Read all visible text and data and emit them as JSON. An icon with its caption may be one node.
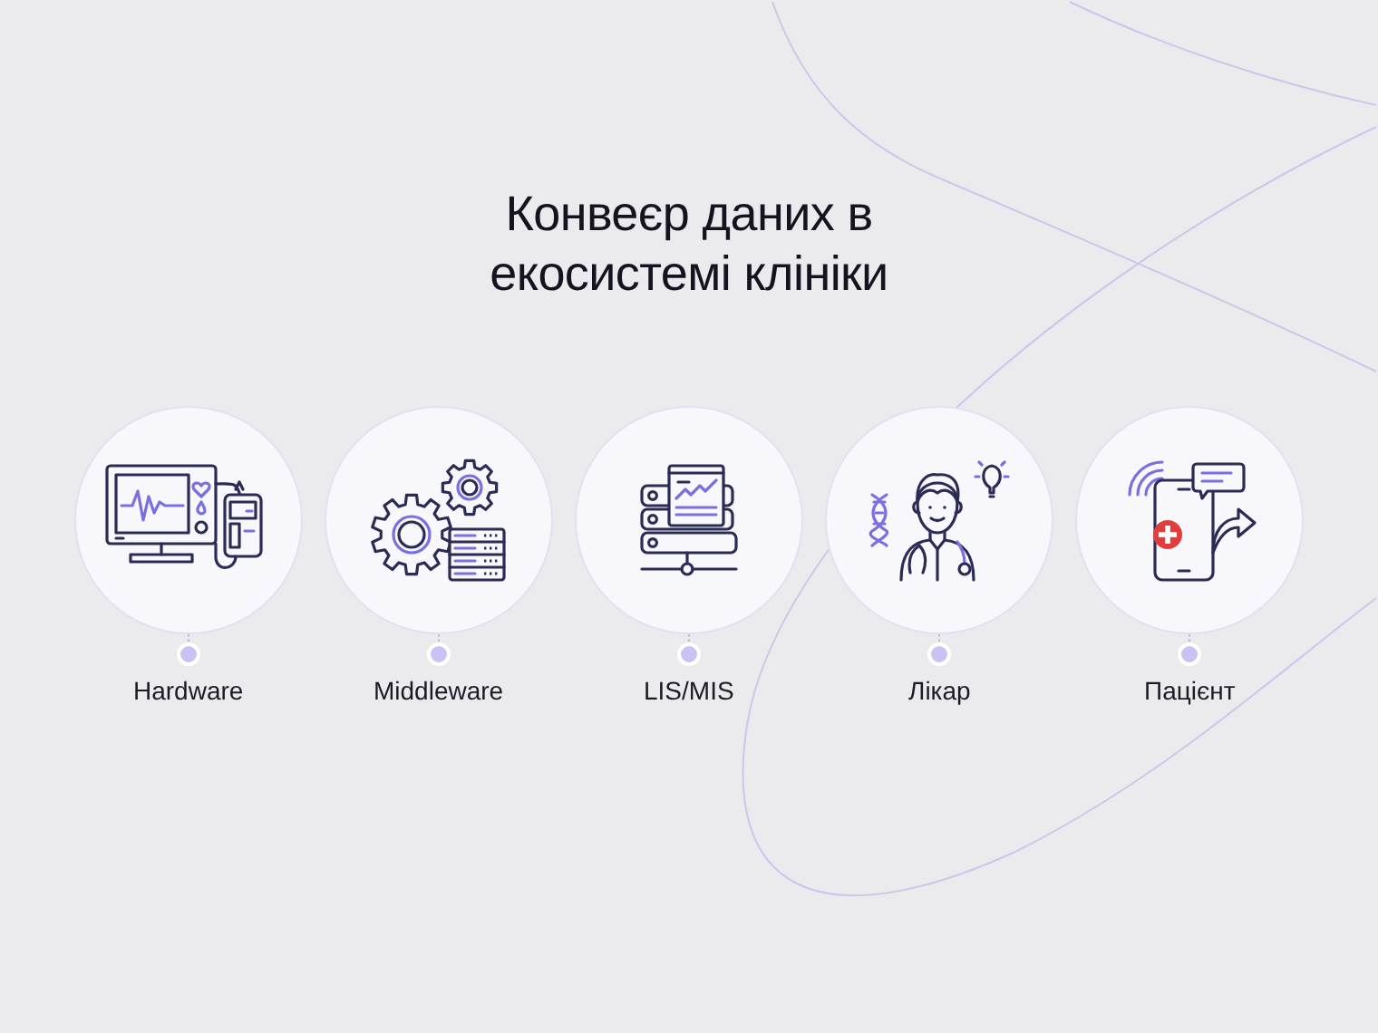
{
  "diagram": {
    "title": "Конвеєр даних в екосистемі клініки",
    "nodes": [
      {
        "text": [],
        "shape": "circle",
        "beside": [
          "Hardware"
        ]
      },
      {
        "text": [],
        "shape": "circle",
        "beside": [
          "Middleware"
        ]
      },
      {
        "text": [],
        "shape": "circle",
        "beside": [
          "LIS/MIS"
        ]
      },
      {
        "text": [],
        "shape": "circle",
        "beside": [
          "Лікар"
        ]
      },
      {
        "text": [],
        "shape": "circle",
        "beside": [
          "Пацієнт"
        ]
      }
    ]
  }
}
